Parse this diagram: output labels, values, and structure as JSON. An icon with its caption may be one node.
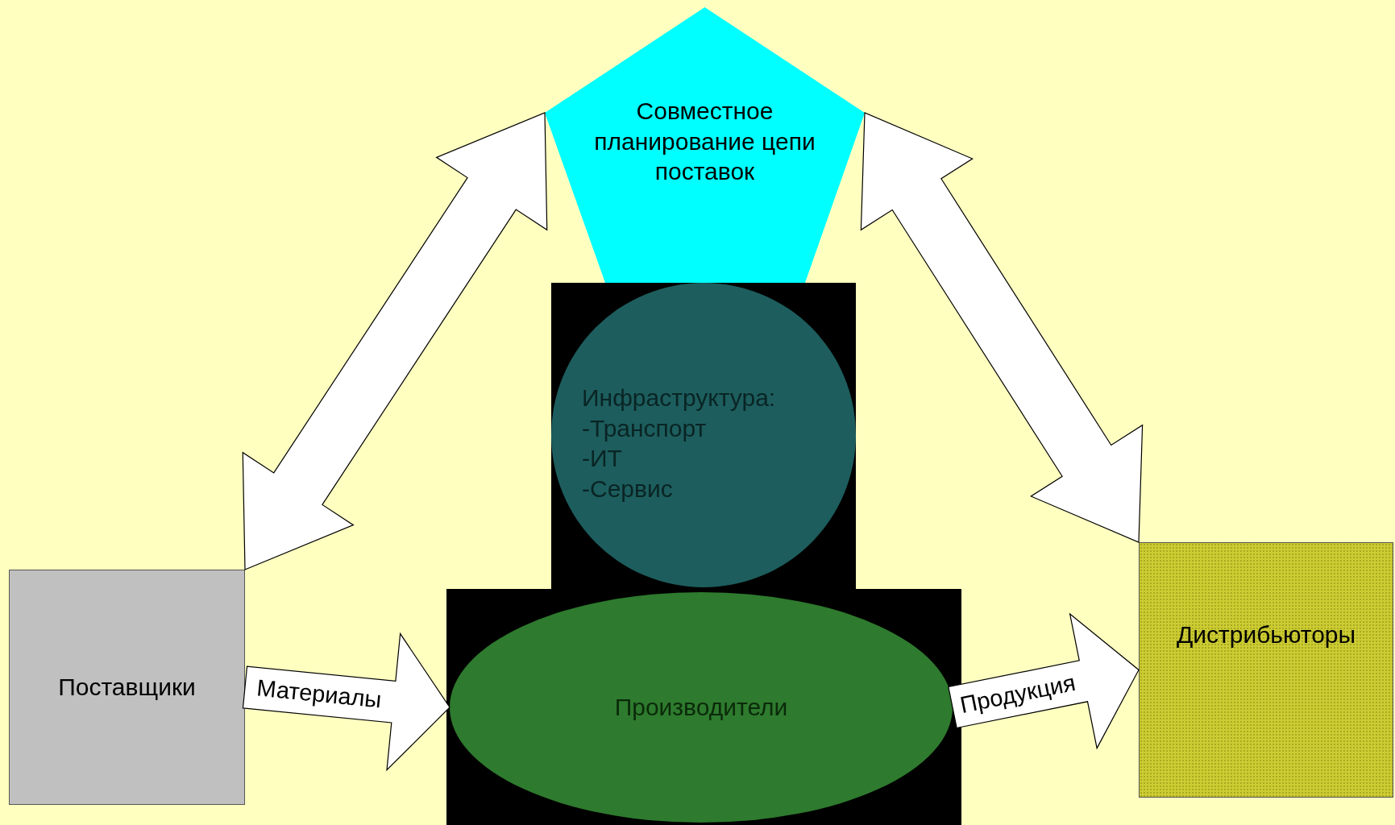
{
  "diagram": {
    "nodes": [
      {
        "text": [
          "Совместное планирование цепи поставок"
        ]
      },
      {
        "text": [],
        "shape": "box"
      },
      {
        "text": [
          "Инфраструктура:",
          "-Транспорт",
          "-ИТ",
          "-Сервис"
        ],
        "in": 1
      },
      {
        "text": [],
        "shape": "box"
      },
      {
        "text": [
          "Производители"
        ],
        "in": 3
      },
      {
        "text": [
          "Поставщики"
        ]
      },
      {
        "text": [
          "Дистрибьюторы"
        ]
      }
    ],
    "edges": [
      {
        "from": 5,
        "to": 0,
        "arrow": "both"
      },
      {
        "from": 6,
        "to": 0,
        "arrow": "both"
      },
      {
        "from": 5,
        "to": 4,
        "arrow": "to",
        "label": "Материалы"
      },
      {
        "from": 4,
        "to": 6,
        "arrow": "to",
        "label": "Продукция"
      }
    ]
  }
}
